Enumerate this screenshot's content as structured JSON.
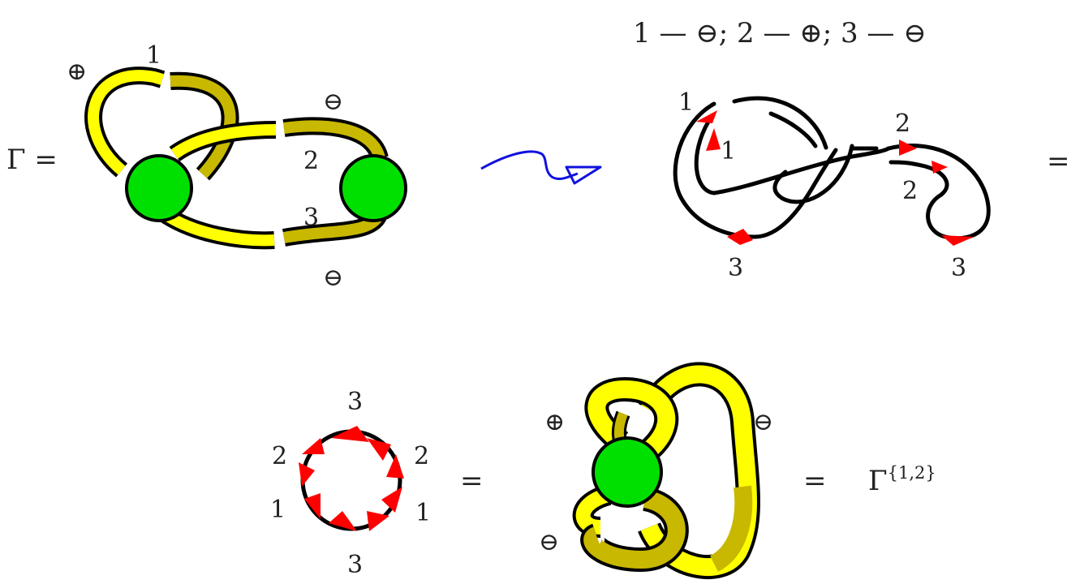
{
  "colors": {
    "ribbon_light": "#ffff00",
    "ribbon_dark": "#c8b800",
    "vertex": "#00e000",
    "marker": "#ff0000",
    "arrow": "#1010e0",
    "stroke": "#000000"
  },
  "top_legend": "1 — ⊖; 2 — ⊕; 3 — ⊖",
  "graph_left": {
    "lhs": "Γ =",
    "edge_labels": [
      "1",
      "2",
      "3"
    ],
    "signs": [
      "⊕",
      "⊖",
      "⊖"
    ]
  },
  "middle_arrow": "squiggly-arrow",
  "knot_diagram": {
    "labels": [
      "1",
      "1",
      "2",
      "2",
      "3",
      "3"
    ],
    "trailing_equals": "="
  },
  "bottom_row": {
    "circle_labels": [
      "3",
      "2",
      "2",
      "1",
      "1",
      "3"
    ],
    "equals_1": "=",
    "equals_2": "=",
    "graph_signs": [
      "⊕",
      "⊖",
      "⊖"
    ],
    "result_base": "Γ",
    "result_sup": "{1,2}"
  }
}
